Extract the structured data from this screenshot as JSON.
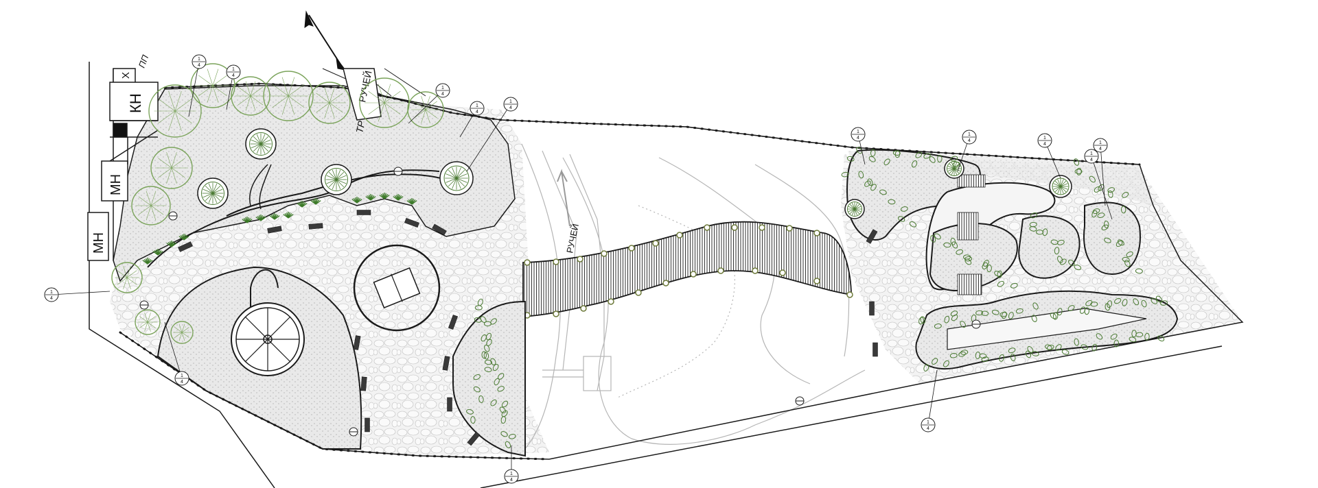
{
  "plan": {
    "building_labels": {
      "b1": "Х",
      "b2": "КН",
      "b3": "МН",
      "b4": "МН",
      "b5": "ПП"
    },
    "stream_label": "РУЧЕЙ",
    "bridge_label": "ТР",
    "stream_label_faint": "РУЧЕЙ"
  },
  "colors": {
    "line": "#1a1a1a",
    "paving_fill": "#e6e6e6",
    "paving_stone": "#bdbdbd",
    "lawn_fill": "#eeeeee",
    "shrub": "#4a7a32",
    "tree": "#7aa35a",
    "grass": "#3c7a28",
    "bench": "#3a3a3a",
    "faint": "#b5b5b5"
  },
  "callouts": [
    {
      "top": "1",
      "bottom": "4"
    },
    {
      "top": "1",
      "bottom": "4"
    },
    {
      "top": "1",
      "bottom": "4"
    },
    {
      "top": "1",
      "bottom": "4"
    },
    {
      "top": "1",
      "bottom": "4"
    },
    {
      "top": "1",
      "bottom": "4"
    },
    {
      "top": "1",
      "bottom": "4"
    },
    {
      "top": "1",
      "bottom": "4"
    },
    {
      "top": "1",
      "bottom": "4"
    },
    {
      "top": "1",
      "bottom": "4"
    },
    {
      "top": "1",
      "bottom": "4"
    },
    {
      "top": "1",
      "bottom": "4"
    },
    {
      "top": "1",
      "bottom": "4"
    },
    {
      "top": "1",
      "bottom": "4"
    }
  ]
}
